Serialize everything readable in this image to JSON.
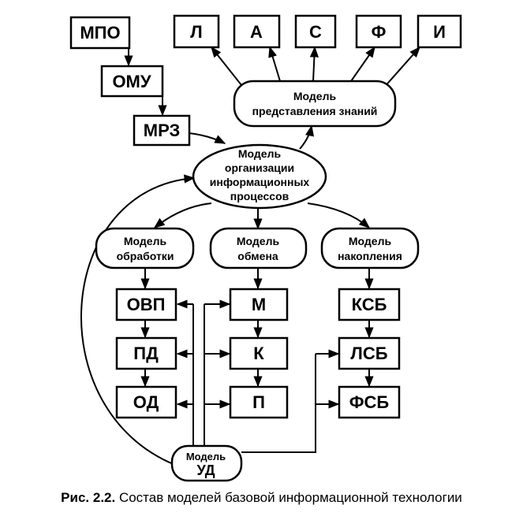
{
  "boxes": {
    "mpo": "МПО",
    "omu": "ОМУ",
    "mrz": "МРЗ",
    "l": "Л",
    "a": "А",
    "s": "С",
    "f": "Ф",
    "i": "И",
    "ovp": "ОВП",
    "pd": "ПД",
    "od": "ОД",
    "m": "М",
    "k": "К",
    "p": "П",
    "ksb": "КСБ",
    "lsb": "ЛСБ",
    "fsb": "ФСБ"
  },
  "models": {
    "knowledge": [
      "Модель",
      "представления знаний"
    ],
    "organization": [
      "Модель",
      "организации",
      "информационных",
      "процессов"
    ],
    "processing": [
      "Модель",
      "обработки"
    ],
    "exchange": [
      "Модель",
      "обмена"
    ],
    "accumulation": [
      "Модель",
      "накопления"
    ],
    "ud_top": "Модель",
    "ud_bottom": "УД"
  },
  "caption": {
    "figure": "Рис. 2.2.",
    "text": "Состав моделей базовой информационной технологии"
  }
}
